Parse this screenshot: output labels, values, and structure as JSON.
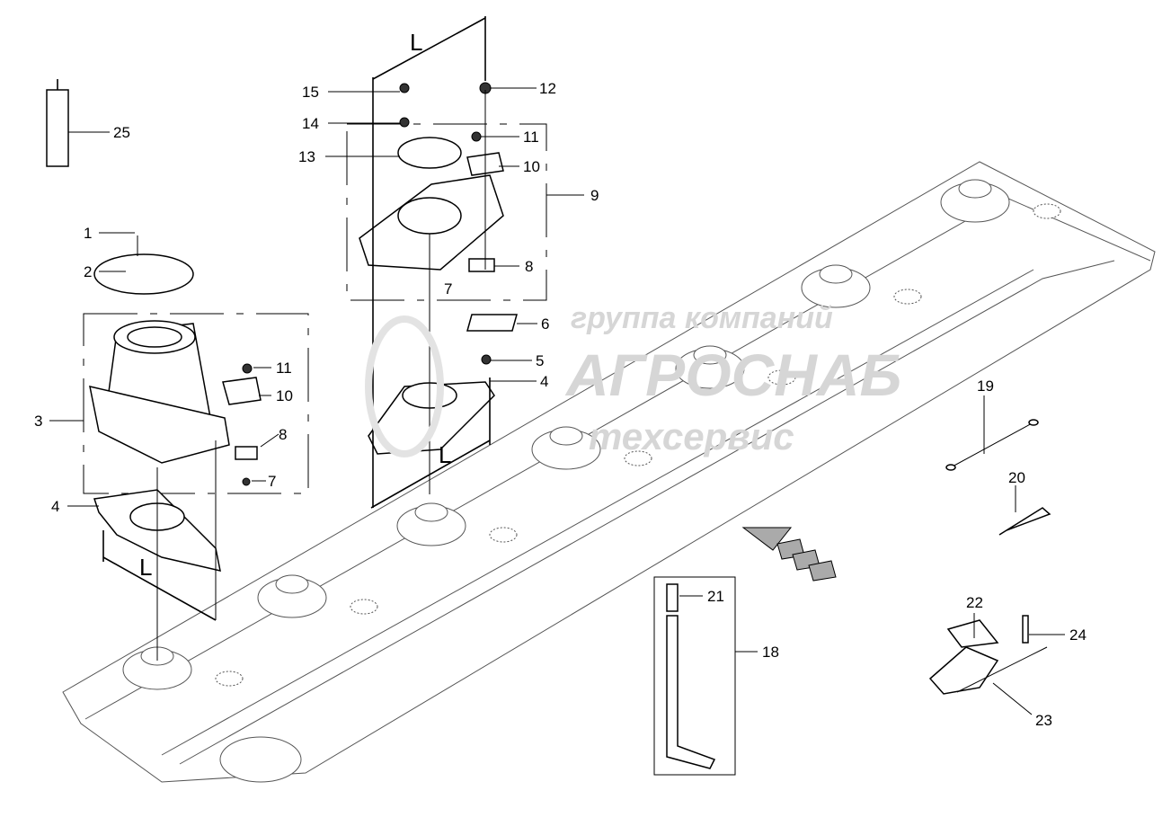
{
  "diagram": {
    "watermark": {
      "line1": "группа компаний",
      "line2": "АГРОСНАБ",
      "line3": "техсервис"
    },
    "dimension_label": "L",
    "callouts": [
      "15",
      "14",
      "13",
      "12",
      "11",
      "10",
      "9",
      "8",
      "7",
      "6",
      "5",
      "4",
      "1",
      "2",
      "3",
      "11",
      "10",
      "8",
      "7",
      "4",
      "25",
      "19",
      "20",
      "21",
      "18",
      "22",
      "24",
      "23"
    ],
    "colors": {
      "line": "#000000",
      "bar": "#555555",
      "watermark": "#e3e3e3"
    }
  }
}
